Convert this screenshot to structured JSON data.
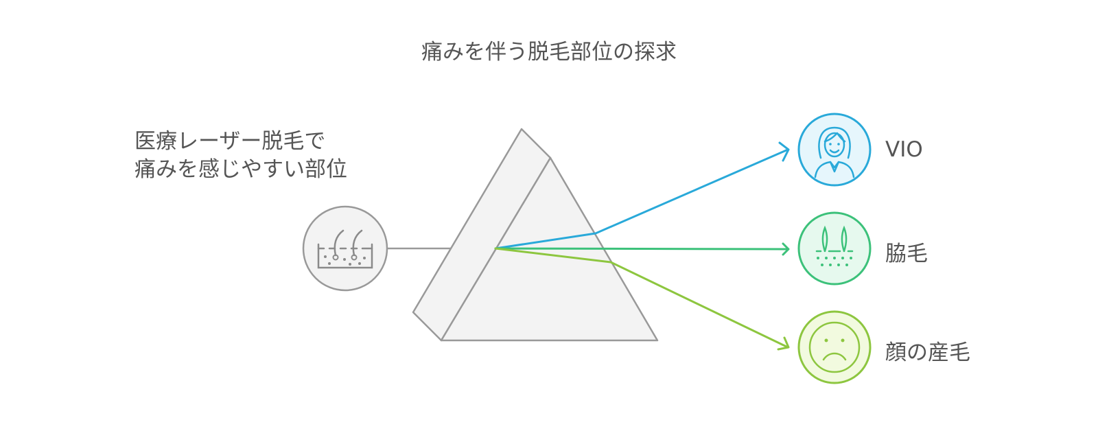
{
  "title": "痛みを伴う脱毛部位の探求",
  "source": {
    "label_lines": [
      "医療レーザー脱毛で",
      "痛みを感じやすい部位"
    ],
    "icon": "skin-hair-icon"
  },
  "outputs": [
    {
      "label": "VIO",
      "icon": "woman-icon",
      "color": "#29a9d9",
      "fill": "#e6f6fc"
    },
    {
      "label": "脇毛",
      "icon": "hair-follicle-icon",
      "color": "#3cc17a",
      "fill": "#e6f9ee"
    },
    {
      "label": "顔の産毛",
      "icon": "sad-face-icon",
      "color": "#8dc63f",
      "fill": "#f2fadf"
    }
  ],
  "colors": {
    "prism_stroke": "#999999",
    "prism_fill": "#f3f3f3",
    "text": "#555555",
    "source_icon": "#8a8a8a"
  }
}
